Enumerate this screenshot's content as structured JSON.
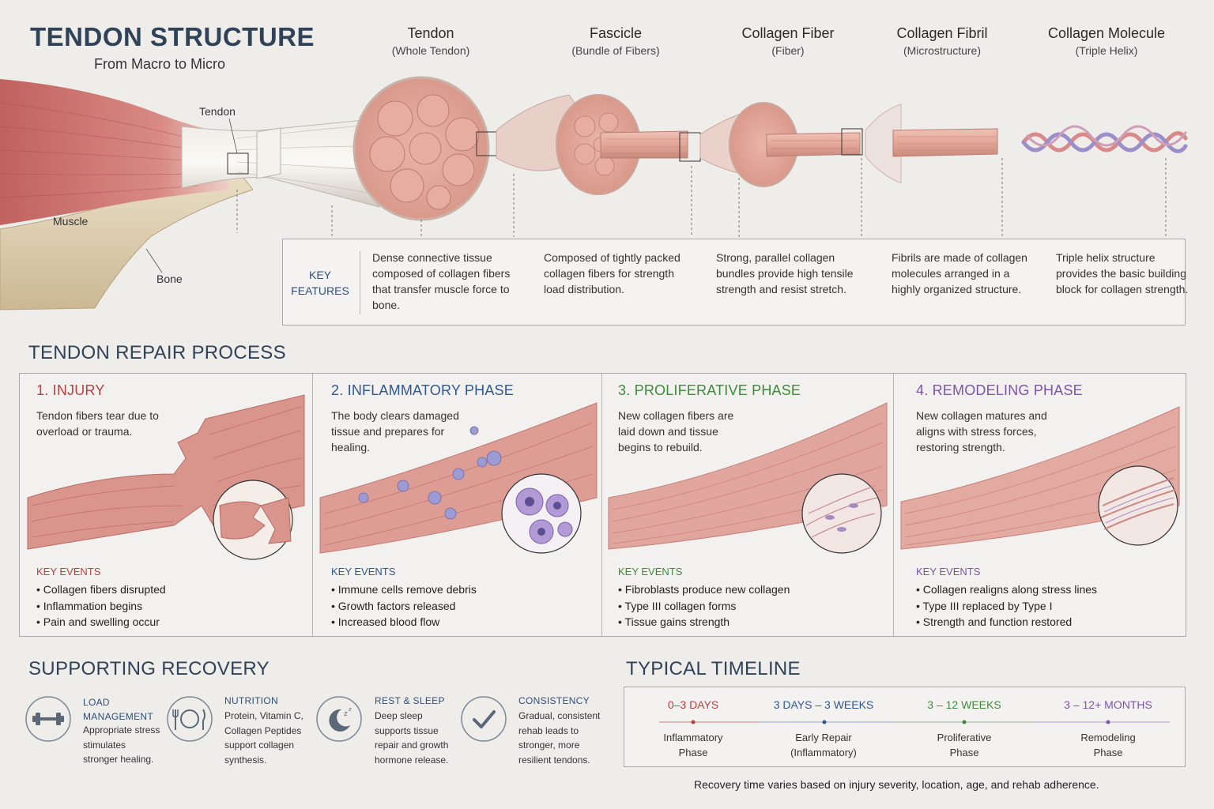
{
  "header": {
    "title": "TENDON STRUCTURE",
    "subtitle": "From Macro to Micro"
  },
  "anatomy_labels": {
    "tendon": "Tendon",
    "muscle": "Muscle",
    "bone": "Bone"
  },
  "stages": [
    {
      "title": "Tendon",
      "subtitle": "(Whole Tendon)",
      "feature": "Dense connective tissue composed of collagen fibers that transfer muscle force to bone."
    },
    {
      "title": "Fascicle",
      "subtitle": "(Bundle of Fibers)",
      "feature": "Composed of tightly packed collagen fibers for strength load distribution."
    },
    {
      "title": "Collagen Fiber",
      "subtitle": "(Fiber)",
      "feature": "Strong, parallel collagen bundles provide high tensile strength and resist stretch."
    },
    {
      "title": "Collagen Fibril",
      "subtitle": "(Microstructure)",
      "feature": "Fibrils are made of collagen molecules arranged in a highly organized structure."
    },
    {
      "title": "Collagen Molecule",
      "subtitle": "(Triple Helix)",
      "feature": "Triple helix structure provides the basic building block for collagen strength."
    }
  ],
  "key_features_label": "KEY FEATURES",
  "repair": {
    "title": "TENDON REPAIR PROCESS",
    "key_events_label": "KEY EVENTS",
    "phases": [
      {
        "title": "1. INJURY",
        "color": "#b8403f",
        "desc": "Tendon fibers tear due to overload or trauma.",
        "events": [
          "Collagen fibers disrupted",
          "Inflammation begins",
          "Pain and swelling occur"
        ]
      },
      {
        "title": "2. INFLAMMATORY PHASE",
        "color": "#2f5791",
        "desc": "The body clears damaged tissue and prepares for healing.",
        "events": [
          "Immune cells remove debris",
          "Growth factors released",
          "Increased blood flow"
        ]
      },
      {
        "title": "3. PROLIFERATIVE PHASE",
        "color": "#3f8a3a",
        "desc": "New collagen fibers are laid down and tissue begins to rebuild.",
        "events": [
          "Fibroblasts produce new collagen",
          "Type III collagen forms",
          "Tissue gains strength"
        ]
      },
      {
        "title": "4. REMODELING PHASE",
        "color": "#7b55a8",
        "desc": "New collagen matures and aligns with stress forces, restoring strength.",
        "events": [
          "Collagen realigns along stress lines",
          "Type III replaced by Type I",
          "Strength and function restored"
        ]
      }
    ]
  },
  "recovery": {
    "title": "SUPPORTING RECOVERY",
    "items": [
      {
        "icon": "dumbbell-icon",
        "title": "LOAD MANAGEMENT",
        "desc": "Appropriate stress stimulates stronger healing."
      },
      {
        "icon": "plate-utensils-icon",
        "title": "NUTRITION",
        "desc": "Protein, Vitamin C, Collagen Peptides support collagen synthesis."
      },
      {
        "icon": "moon-sleep-icon",
        "title": "REST & SLEEP",
        "desc": "Deep sleep supports tissue repair and growth hormone release."
      },
      {
        "icon": "checkmark-icon",
        "title": "CONSISTENCY",
        "desc": "Gradual, consistent rehab leads to stronger, more resilient tendons."
      }
    ]
  },
  "timeline": {
    "title": "TYPICAL TIMELINE",
    "entries": [
      {
        "period": "0–3 DAYS",
        "label_1": "Inflammatory",
        "label_2": "Phase",
        "color": "#b8403f"
      },
      {
        "period": "3 DAYS – 3 WEEKS",
        "label_1": "Early Repair",
        "label_2": "(Inflammatory)",
        "color": "#2f5791"
      },
      {
        "period": "3 – 12 WEEKS",
        "label_1": "Proliferative",
        "label_2": "Phase",
        "color": "#3f8a3a"
      },
      {
        "period": "3 – 12+ MONTHS",
        "label_1": "Remodeling",
        "label_2": "Phase",
        "color": "#7b55a8"
      }
    ],
    "note": "Recovery time varies based on injury severity, location, age, and rehab adherence."
  }
}
